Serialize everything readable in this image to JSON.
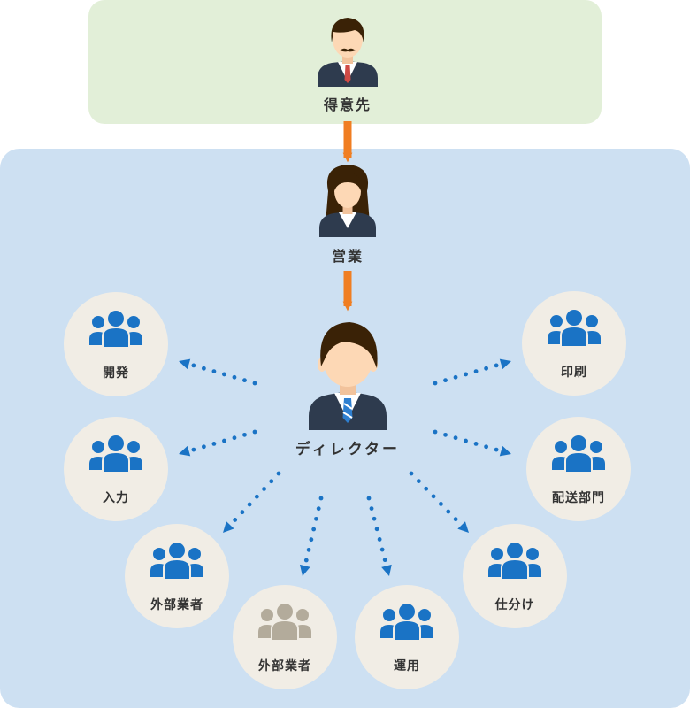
{
  "people": {
    "client": {
      "label": "得意先"
    },
    "sales": {
      "label": "営業"
    },
    "director": {
      "label": "ディレクター"
    }
  },
  "departments": [
    {
      "label": "開発",
      "active": true
    },
    {
      "label": "入力",
      "active": true
    },
    {
      "label": "外部業者",
      "active": true
    },
    {
      "label": "外部業者",
      "active": false
    },
    {
      "label": "運用",
      "active": true
    },
    {
      "label": "仕分け",
      "active": true
    },
    {
      "label": "配送部門",
      "active": true
    },
    {
      "label": "印刷",
      "active": true
    }
  ],
  "colors": {
    "client_panel": "#e2efd8",
    "team_panel": "#cde0f2",
    "node_circle": "#f1ede5",
    "group_icon_active": "#1a73c5",
    "group_icon_inactive": "#b3ab9b",
    "arrow_solid": "#f07e22",
    "arrow_dotted": "#1a73c5",
    "hair": "#3a2206",
    "skin": "#fdd8b5",
    "suit": "#2e3b4e",
    "tie_client": "#d04a45",
    "tie_director": "#2e7fd0"
  },
  "icons": {
    "person": "person-avatar-icon",
    "group": "people-group-icon",
    "arrow": "arrow-down-icon"
  }
}
